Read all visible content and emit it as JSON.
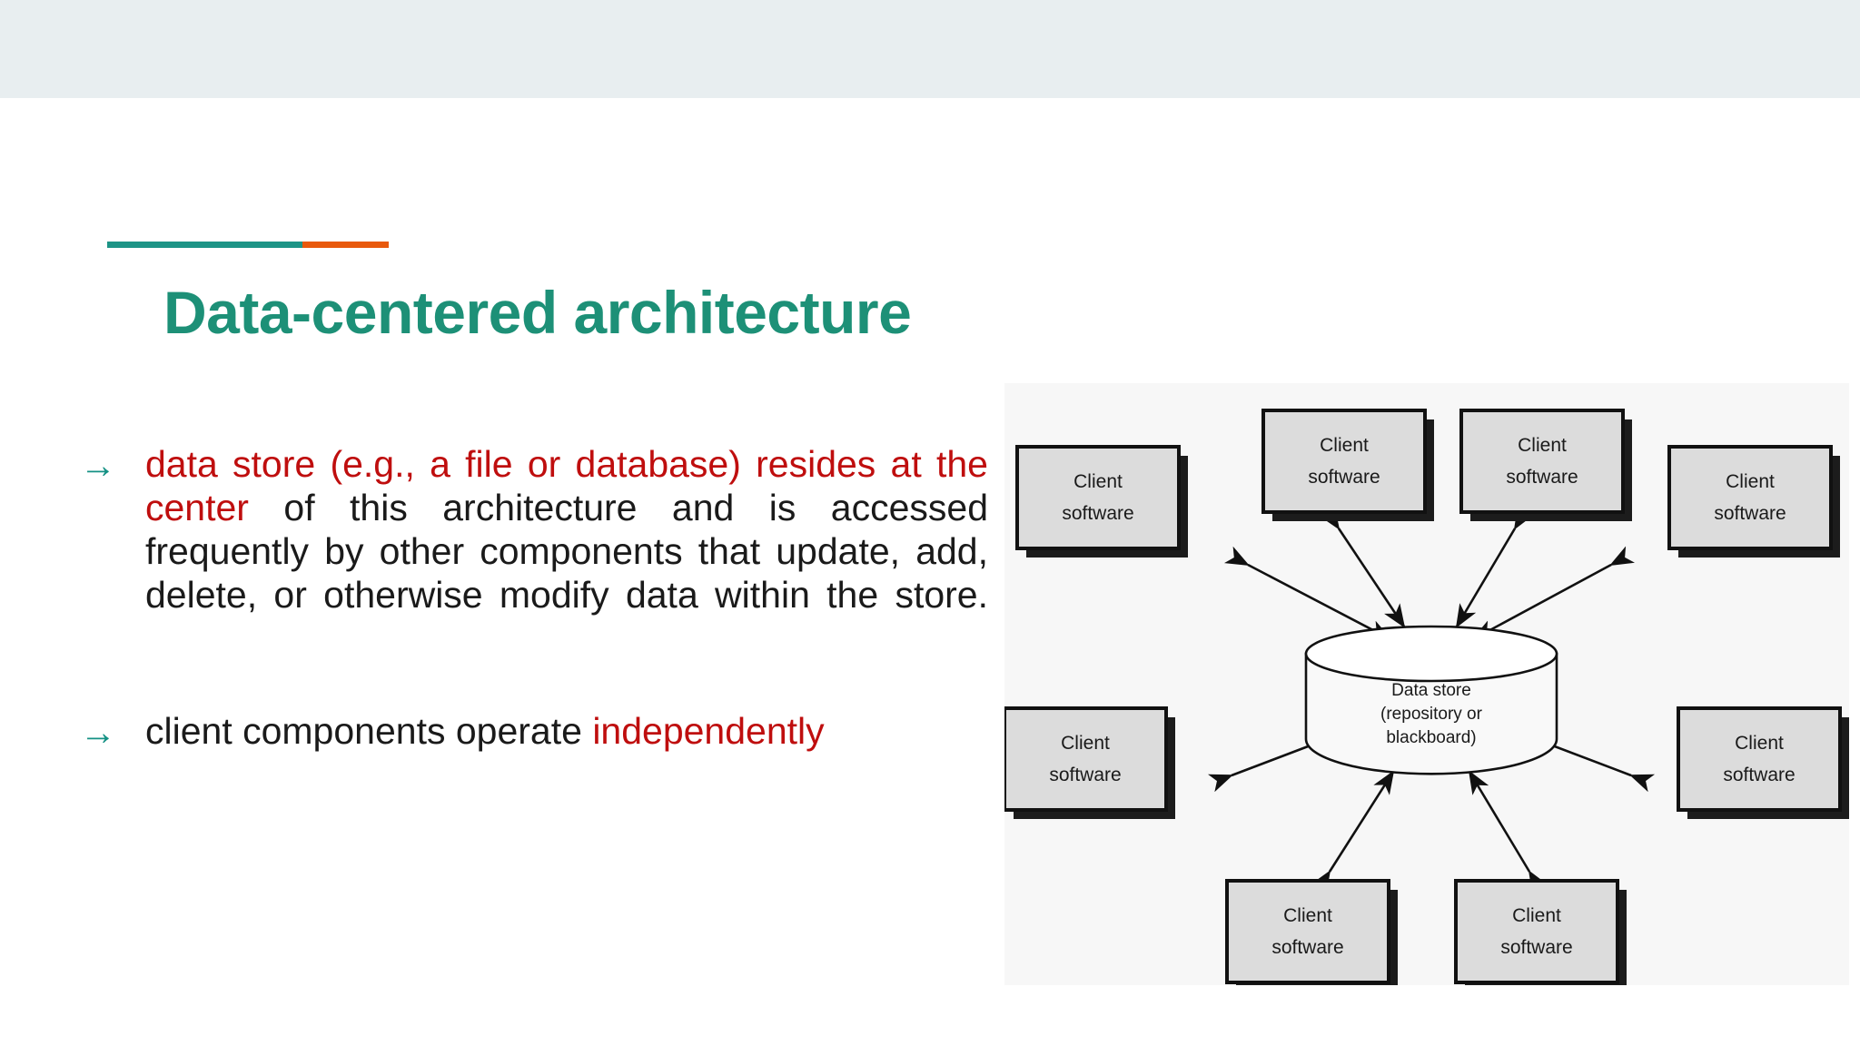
{
  "slide": {
    "title": "Data-centered architecture",
    "accent_teal": "#1d9486",
    "accent_orange": "#e8590c",
    "title_color": "#1d9077",
    "highlight_color": "#bf0e0e",
    "header_band_color": "#e8eef0"
  },
  "bullets": [
    {
      "marker": "→",
      "segments": [
        {
          "text": "data store (e.g., a file or database) resides at the center",
          "highlight": true
        },
        {
          "text": " of this architecture and is accessed frequently by other components that update, add, delete, or otherwise modify data within the store.",
          "highlight": false
        }
      ]
    },
    {
      "marker": "→",
      "segments": [
        {
          "text": "client components operate ",
          "highlight": false
        },
        {
          "text": "independently",
          "highlight": true
        }
      ]
    }
  ],
  "diagram": {
    "background": "#f7f7f7",
    "node_fill": "#dcdcdc",
    "node_stroke": "#111111",
    "shadow_color": "#1c1c1c",
    "store": {
      "lines": [
        "Data store",
        "(repository or",
        "blackboard)"
      ]
    },
    "clients": [
      {
        "id": "client-top-left",
        "lines": [
          "Client",
          "software"
        ]
      },
      {
        "id": "client-top-right",
        "lines": [
          "Client",
          "software"
        ]
      },
      {
        "id": "client-left-upper",
        "lines": [
          "Client",
          "software"
        ]
      },
      {
        "id": "client-right-upper",
        "lines": [
          "Client",
          "software"
        ]
      },
      {
        "id": "client-left-lower",
        "lines": [
          "Client",
          "software"
        ]
      },
      {
        "id": "client-right-lower",
        "lines": [
          "Client",
          "software"
        ]
      },
      {
        "id": "client-bottom-left",
        "lines": [
          "Client",
          "software"
        ]
      },
      {
        "id": "client-bottom-right",
        "lines": [
          "Client",
          "software"
        ]
      }
    ]
  }
}
